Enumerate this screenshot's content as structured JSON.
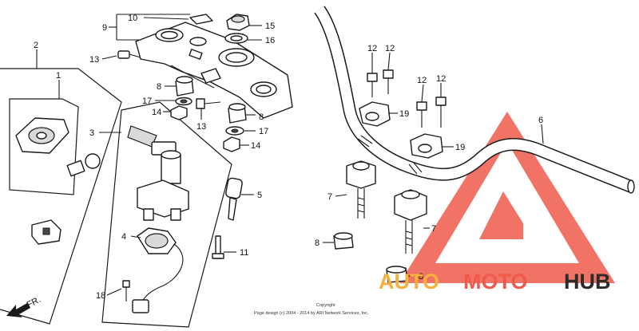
{
  "diagram": {
    "callouts": {
      "p1": "1",
      "p2": "2",
      "p3": "3",
      "p4": "4",
      "p5": "5",
      "p6": "6",
      "p7a": "7",
      "p7b": "7",
      "p8a": "8",
      "p8b": "8",
      "p8c": "8",
      "p8d": "8",
      "p9": "9",
      "p10": "10",
      "p11": "11",
      "p12a": "12",
      "p12b": "12",
      "p12c": "12",
      "p12d": "12",
      "p13a": "13",
      "p13b": "13",
      "p14a": "14",
      "p14b": "14",
      "p15": "15",
      "p16": "16",
      "p17a": "17",
      "p17b": "17",
      "p18": "18",
      "p19a": "19",
      "p19b": "19"
    },
    "direction_label": "FR.",
    "copyright": {
      "line1": "Copyright",
      "line2": "Page design (c) 2004 - 2014 by ARI Network Services, Inc."
    }
  },
  "watermark": {
    "part1": "AUTO",
    "part2": "MOTO",
    "part3": "HUB",
    "colors": {
      "auto": "#f4b23b",
      "moto": "#ef5a4a",
      "hub": "#2b2b2b",
      "triangle": "#ef5a4a"
    }
  }
}
